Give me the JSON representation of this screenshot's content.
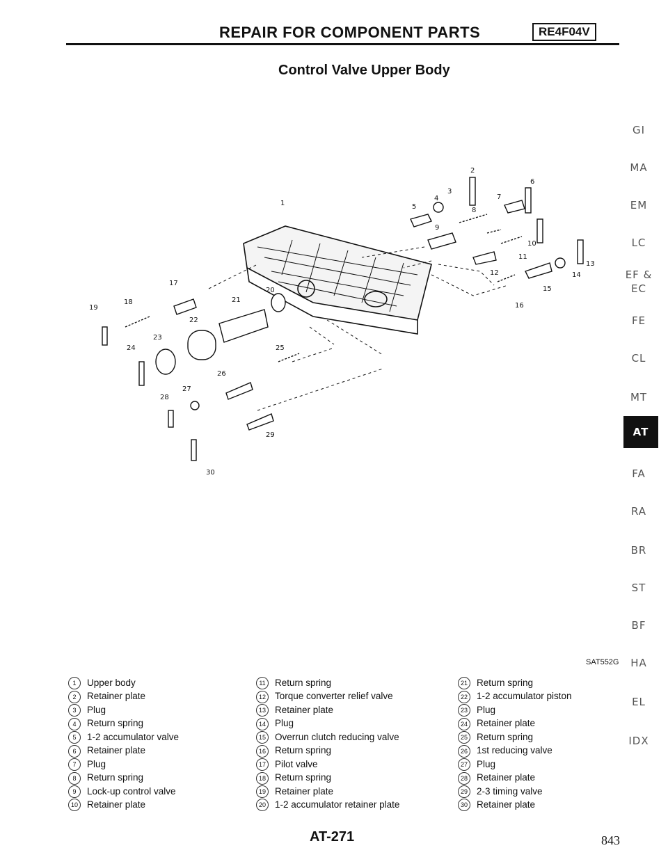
{
  "header": {
    "title": "REPAIR FOR COMPONENT PARTS",
    "model": "RE4F04V"
  },
  "section_title": "Control Valve Upper Body",
  "figure_code": "SAT552G",
  "nav": [
    {
      "label": "GI",
      "active": false
    },
    {
      "label": "MA",
      "active": false
    },
    {
      "label": "EM",
      "active": false
    },
    {
      "label": "LC",
      "active": false
    },
    {
      "label": "EF &",
      "active": false
    },
    {
      "label": "EC",
      "active": false
    },
    {
      "label": "FE",
      "active": false
    },
    {
      "label": "CL",
      "active": false
    },
    {
      "label": "MT",
      "active": false
    },
    {
      "label": "AT",
      "active": true
    },
    {
      "label": "FA",
      "active": false
    },
    {
      "label": "RA",
      "active": false
    },
    {
      "label": "BR",
      "active": false
    },
    {
      "label": "ST",
      "active": false
    },
    {
      "label": "BF",
      "active": false
    },
    {
      "label": "HA",
      "active": false
    },
    {
      "label": "EL",
      "active": false
    },
    {
      "label": "IDX",
      "active": false
    }
  ],
  "legend": [
    {
      "num": "1",
      "label": "Upper body"
    },
    {
      "num": "2",
      "label": "Retainer plate"
    },
    {
      "num": "3",
      "label": "Plug"
    },
    {
      "num": "4",
      "label": "Return spring"
    },
    {
      "num": "5",
      "label": "1-2 accumulator valve"
    },
    {
      "num": "6",
      "label": "Retainer plate"
    },
    {
      "num": "7",
      "label": "Plug"
    },
    {
      "num": "8",
      "label": "Return spring"
    },
    {
      "num": "9",
      "label": "Lock-up control valve"
    },
    {
      "num": "10",
      "label": "Retainer plate"
    },
    {
      "num": "11",
      "label": "Return spring"
    },
    {
      "num": "12",
      "label": "Torque converter relief valve"
    },
    {
      "num": "13",
      "label": "Retainer plate"
    },
    {
      "num": "14",
      "label": "Plug"
    },
    {
      "num": "15",
      "label": "Overrun clutch reducing valve"
    },
    {
      "num": "16",
      "label": "Return spring"
    },
    {
      "num": "17",
      "label": "Pilot valve"
    },
    {
      "num": "18",
      "label": "Return spring"
    },
    {
      "num": "19",
      "label": "Retainer plate"
    },
    {
      "num": "20",
      "label": "1-2 accumulator retainer plate"
    },
    {
      "num": "21",
      "label": "Return spring"
    },
    {
      "num": "22",
      "label": "1-2 accumulator piston"
    },
    {
      "num": "23",
      "label": "Plug"
    },
    {
      "num": "24",
      "label": "Retainer plate"
    },
    {
      "num": "25",
      "label": "Return spring"
    },
    {
      "num": "26",
      "label": "1st reducing valve"
    },
    {
      "num": "27",
      "label": "Plug"
    },
    {
      "num": "28",
      "label": "Retainer plate"
    },
    {
      "num": "29",
      "label": "2-3 timing valve"
    },
    {
      "num": "30",
      "label": "Retainer plate"
    }
  ],
  "footer": {
    "page": "AT-271",
    "folio": "843"
  }
}
